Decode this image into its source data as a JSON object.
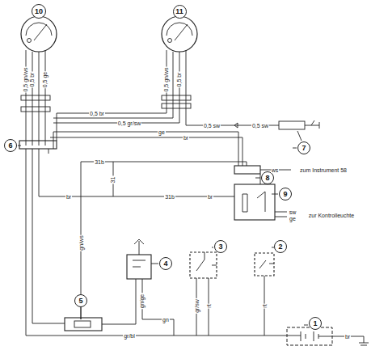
{
  "diagram": {
    "nodes": [
      {
        "text": [
          "10"
        ]
      },
      {
        "text": [
          "11"
        ]
      },
      {
        "text": [
          "6"
        ]
      },
      {
        "text": [
          "7"
        ]
      },
      {
        "text": [
          "8"
        ]
      },
      {
        "text": [
          "9"
        ]
      },
      {
        "text": [
          "4"
        ]
      },
      {
        "text": [
          "3"
        ]
      },
      {
        "text": [
          "2"
        ]
      },
      {
        "text": [
          "5"
        ]
      },
      {
        "text": [
          "1"
        ]
      }
    ],
    "labels": [
      "0,5 gn/ws",
      "0,5 br",
      "0,5 ge",
      "0,5 gn/ws",
      "0,5 br",
      "0,5 br",
      "0,5 gr/sw",
      "0,5 sw",
      "0,5 sw",
      "ge",
      "br",
      "31b",
      "31",
      "31b",
      "br",
      "br",
      "ws",
      "zum Instrument 58",
      "sw",
      "ge",
      "zur Kontrolleuchte",
      "gn/ws",
      "gn/ge",
      "gn",
      "gr/sw",
      "rt",
      "rt",
      "gr/bl",
      "br"
    ]
  }
}
